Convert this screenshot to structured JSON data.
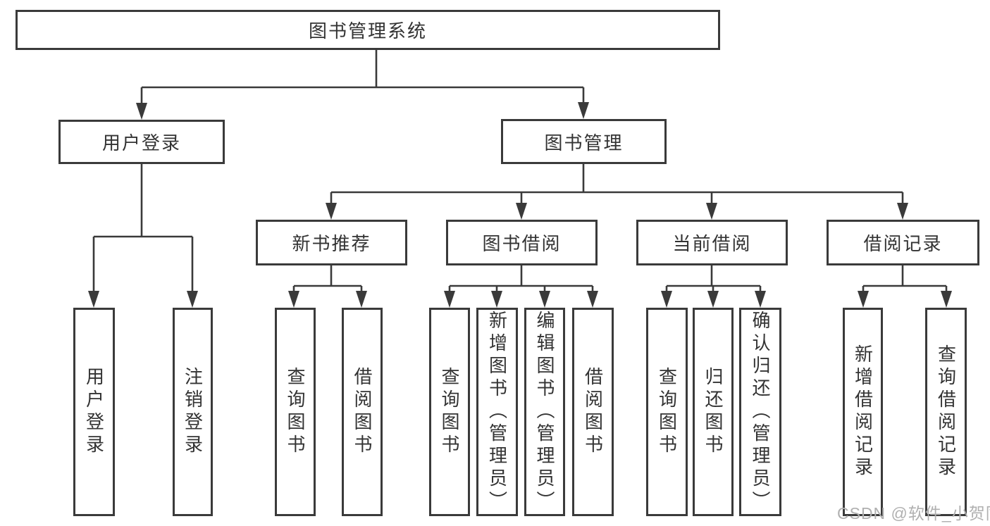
{
  "diagram": {
    "watermark": "CSDN @软件_小贺同学",
    "colors": {
      "line": "#3a3a3a",
      "text": "#333333",
      "background": "#ffffff",
      "watermark": "#b0b0b0"
    },
    "tree": {
      "label": "图书管理系统",
      "children": [
        {
          "label": "用户登录",
          "children": [
            {
              "label": "用户登录"
            },
            {
              "label": "注销登录"
            }
          ]
        },
        {
          "label": "图书管理",
          "children": [
            {
              "label": "新书推荐",
              "children": [
                {
                  "label": "查询图书"
                },
                {
                  "label": "借阅图书"
                }
              ]
            },
            {
              "label": "图书借阅",
              "children": [
                {
                  "label": "查询图书"
                },
                {
                  "label": "新增图书（管理员）"
                },
                {
                  "label": "编辑图书（管理员）"
                },
                {
                  "label": "借阅图书"
                }
              ]
            },
            {
              "label": "当前借阅",
              "children": [
                {
                  "label": "查询图书"
                },
                {
                  "label": "归还图书"
                },
                {
                  "label": "确认归还（管理员）"
                }
              ]
            },
            {
              "label": "借阅记录",
              "children": [
                {
                  "label": "新增借阅记录"
                },
                {
                  "label": "查询借阅记录"
                }
              ]
            }
          ]
        }
      ]
    }
  }
}
